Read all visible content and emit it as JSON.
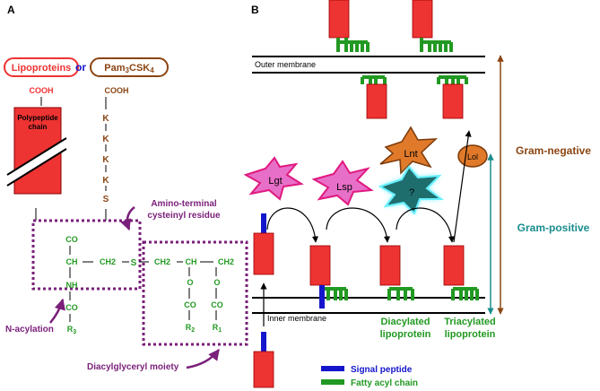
{
  "panel_a": {
    "letter": "A",
    "lipoproteins": "Lipoproteins",
    "or": "or",
    "pam_prefix": "Pam",
    "pam_sub": "3",
    "pam_suffix": "CSK",
    "pam_sub2": "4",
    "cooh_left": "COOH",
    "cooh_right": "COOH",
    "polypeptide_line1": "Polypeptide",
    "polypeptide_line2": "chain",
    "k_residues": [
      "K",
      "K",
      "K",
      "K"
    ],
    "s_residue": "S",
    "co_top": "CO",
    "ch": "CH",
    "ch2_a": "CH2",
    "s_atom": "S",
    "ch2_b": "CH2",
    "ch_right": "CH",
    "ch2_c": "CH2",
    "nh": "NH",
    "o_left": "O",
    "o_right": "O",
    "co_bottom": "CO",
    "co_r2": "CO",
    "co_r1": "CO",
    "r3": "R",
    "r3_sub": "3",
    "r2": "R",
    "r2_sub": "2",
    "r1": "R",
    "r1_sub": "1",
    "amino_terminal_line1": "Amino-terminal",
    "amino_terminal_line2": "cysteinyl residue",
    "n_acylation": "N-acylation",
    "diacylglyceryl": "Diacylglyceryl moiety"
  },
  "panel_b": {
    "letter": "B",
    "outer_membrane": "Outer membrane",
    "inner_membrane": "Inner membrane",
    "lgt": "Lgt",
    "lsp": "Lsp",
    "unknown": "?",
    "lnt": "Lnt",
    "lol": "Lol",
    "gram_negative": "Gram-negative",
    "gram_positive": "Gram-positive",
    "diacylated_line1": "Diacylated",
    "diacylated_line2": "lipoprotein",
    "triacylated_line1": "Triacylated",
    "triacylated_line2": "lipoprotein",
    "legend_signal": "Signal peptide",
    "legend_fatty": "Fatty acyl chain"
  },
  "colors": {
    "red": "#ee3333",
    "brown": "#8b4513",
    "green": "#229922",
    "purple": "#7a1f7a",
    "blue": "#1515cc",
    "teal": "#1a8c8c",
    "pink": "#e86fc8",
    "orange": "#e07a2a",
    "cyan_glow": "#66f0ff",
    "dark_teal": "#1f6e6e"
  }
}
